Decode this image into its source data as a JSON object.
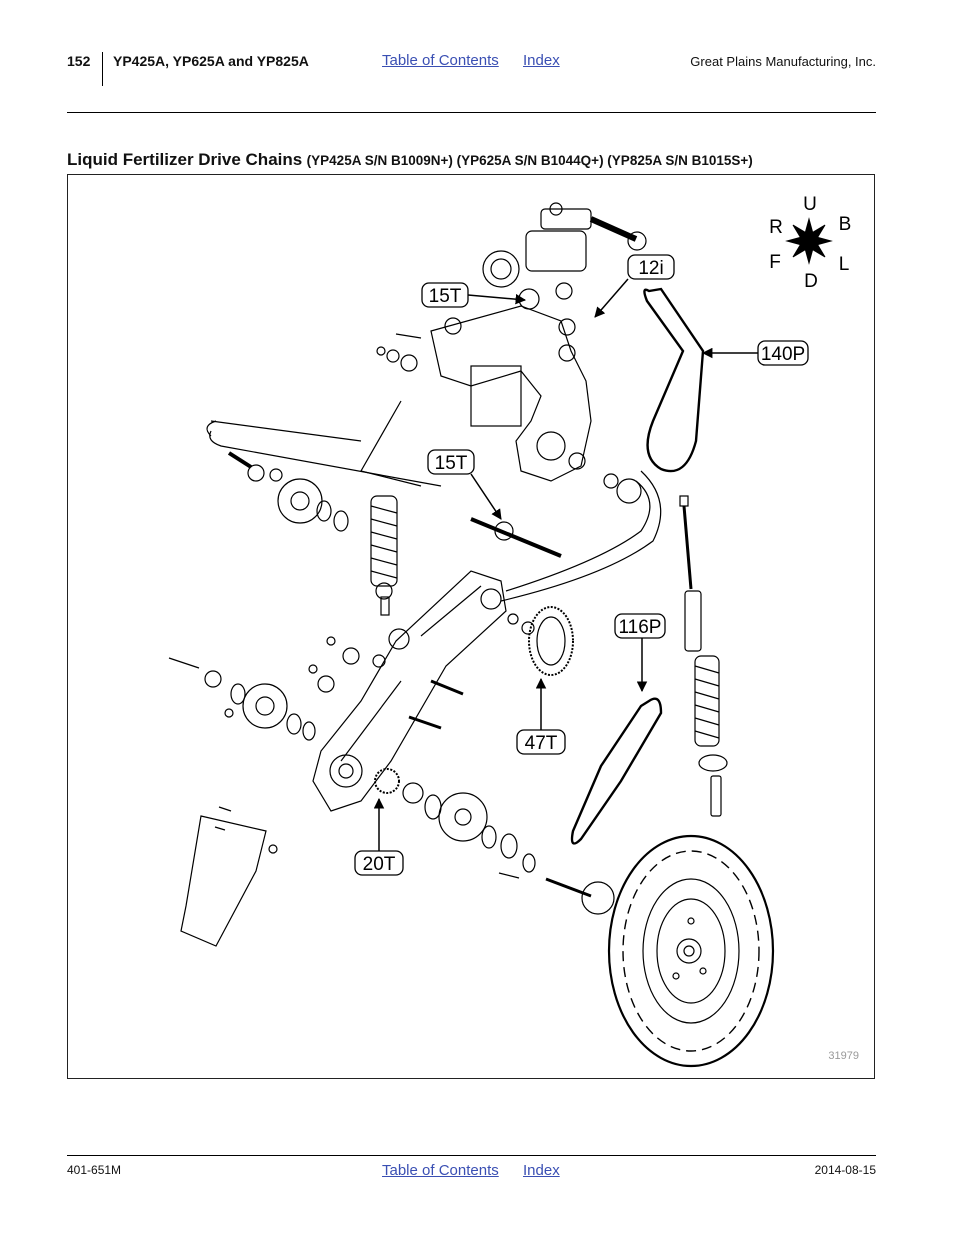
{
  "header": {
    "page_number": "152",
    "models": "YP425A, YP625A and YP825A",
    "toc_link": "Table of Contents",
    "index_link": "Index",
    "company": "Great Plains Manufacturing, Inc."
  },
  "section": {
    "title": "Liquid Fertilizer Drive Chains",
    "subtitle": "(YP425A S/N B1009N+) (YP625A S/N B1044Q+) (YP825A S/N B1015S+)"
  },
  "figure": {
    "callouts": {
      "c12i": "12i",
      "c15t_top": "15T",
      "c140p": "140P",
      "c15t_mid": "15T",
      "c116p": "116P",
      "c47t": "47T",
      "c20t": "20T"
    },
    "compass": {
      "up": "U",
      "down": "D",
      "right": "R",
      "back": "B",
      "front": "F",
      "left": "L"
    },
    "figure_number": "31979"
  },
  "footer": {
    "doc_number": "401-651M",
    "toc_link": "Table of Contents",
    "index_link": "Index",
    "date": "2014-08-15"
  }
}
